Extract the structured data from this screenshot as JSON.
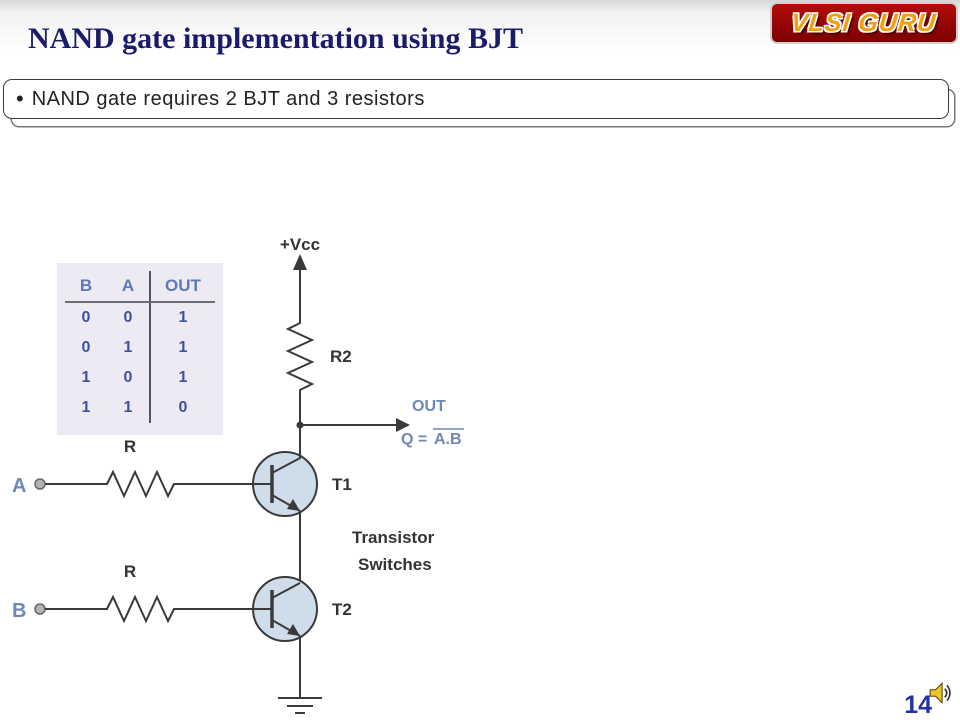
{
  "header": {
    "title": "NAND gate implementation using BJT"
  },
  "logo": {
    "text": "VLSI GURU"
  },
  "bullet": {
    "marker": "•",
    "text": "NAND gate requires 2 BJT and 3 resistors"
  },
  "truth_table": {
    "headers": [
      "B",
      "A",
      "OUT"
    ],
    "rows": [
      [
        "0",
        "0",
        "1"
      ],
      [
        "0",
        "1",
        "1"
      ],
      [
        "1",
        "0",
        "1"
      ],
      [
        "1",
        "1",
        "0"
      ]
    ]
  },
  "circuit": {
    "labels": {
      "vcc": "+Vcc",
      "r2": "R2",
      "out": "OUT",
      "q_equals": "Q =",
      "q_expr": "A.B",
      "t1": "T1",
      "t2": "T2",
      "switches_line1": "Transistor",
      "switches_line2": "Switches",
      "r_a": "R",
      "r_b": "R",
      "input_a": "A",
      "input_b": "B"
    },
    "description": "NAND gate: inputs A and B through base resistors R into series transistors T1 and T2, collector resistor R2 to +Vcc, output Q = NOT(A.B) taken at T1 collector, T2 emitter to ground"
  },
  "footer": {
    "page_number": "14"
  },
  "colors": {
    "title": "#1b1b6b",
    "logo_bg": "#9a0505",
    "logo_text": "#f0a00a",
    "blue_label": "#6e86b8",
    "wire": "#3a3a3a",
    "transistor_fill": "#cfdcea",
    "table_bg": "#edeaf3",
    "page_number": "#2233aa"
  }
}
